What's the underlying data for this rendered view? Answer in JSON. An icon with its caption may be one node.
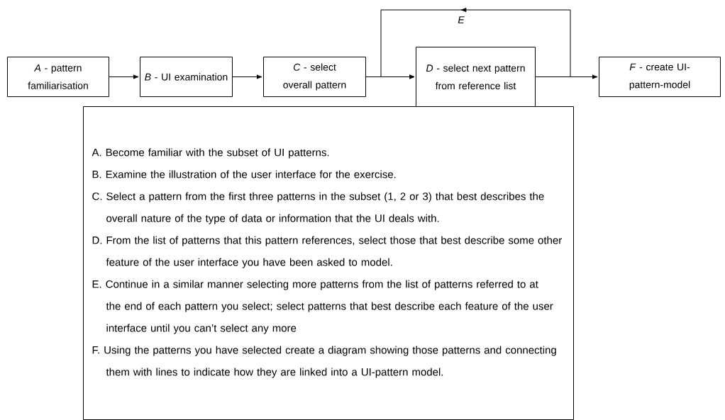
{
  "diagram": {
    "nodes": [
      {
        "text": [
          "*A* - pattern familiarisation"
        ]
      },
      {
        "text": [
          "*B* - UI examination"
        ]
      },
      {
        "text": [
          "*C* - select overall pattern"
        ]
      },
      {
        "text": [
          "*D* - select next pattern from reference list"
        ]
      },
      {
        "text": [
          "*F* - create UI-pattern-model"
        ]
      },
      {
        "text": [
          "A. Become familiar with the subset of UI patterns.",
          "B. Examine the illustration of the user interface for the exercise.",
          "C. Select a pattern from the first three patterns in the subset (1, 2 or 3) that best describes the overall nature of the type of data or information that the UI deals with.",
          "D. From the list of patterns that this pattern references, select those that best describe some other feature of the user interface you have been asked to model.",
          "E. Continue in a similar manner selecting more patterns from the list of patterns referred to at the end of each pattern you select; select patterns that best describe each feature of the user interface until you can’t select any more",
          "F. Using the patterns you have selected create a diagram showing those patterns and connecting them with lines to indicate how they are linked into a UI-pattern model."
        ]
      }
    ],
    "edges": [
      {
        "from": 0,
        "to": 1,
        "arrow": "to"
      },
      {
        "from": 1,
        "to": 2,
        "arrow": "to"
      },
      {
        "from": 2,
        "to": 3,
        "arrow": "to"
      },
      {
        "from": 3,
        "to": 4,
        "arrow": "to"
      },
      {
        "from": 3,
        "to": 3,
        "arrow": "to",
        "label": "E"
      }
    ]
  }
}
